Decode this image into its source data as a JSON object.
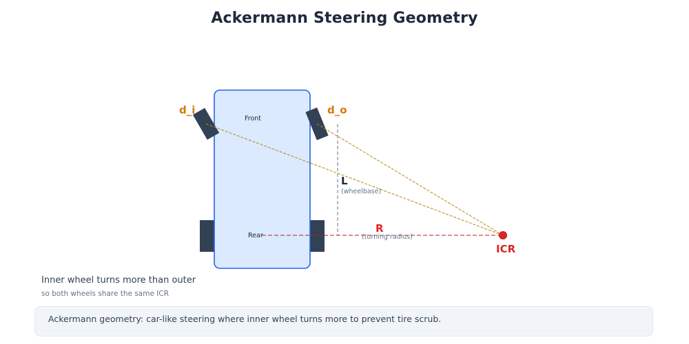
{
  "title": "Ackermann Steering Geometry",
  "labels": {
    "front": "Front",
    "rear": "Rear",
    "inner_angle": "d_i",
    "outer_angle": "d_o",
    "wheelbase_symbol": "L",
    "wheelbase_text": "(wheelbase)",
    "radius_symbol": "R",
    "radius_text": "(turning radius)",
    "icr": "ICR"
  },
  "notes": {
    "main": "Inner wheel turns more than outer",
    "sub": "so both wheels share the same ICR"
  },
  "caption": "Ackermann geometry: car-like steering where inner wheel turns more to prevent tire scrub.",
  "colors": {
    "body_fill": "#dbeafe",
    "body_stroke": "#2563eb",
    "wheel": "#334155",
    "angle_label": "#d97706",
    "icr": "#dc2626",
    "guide": "#b8860b",
    "wheelbase_line": "#64748b"
  }
}
